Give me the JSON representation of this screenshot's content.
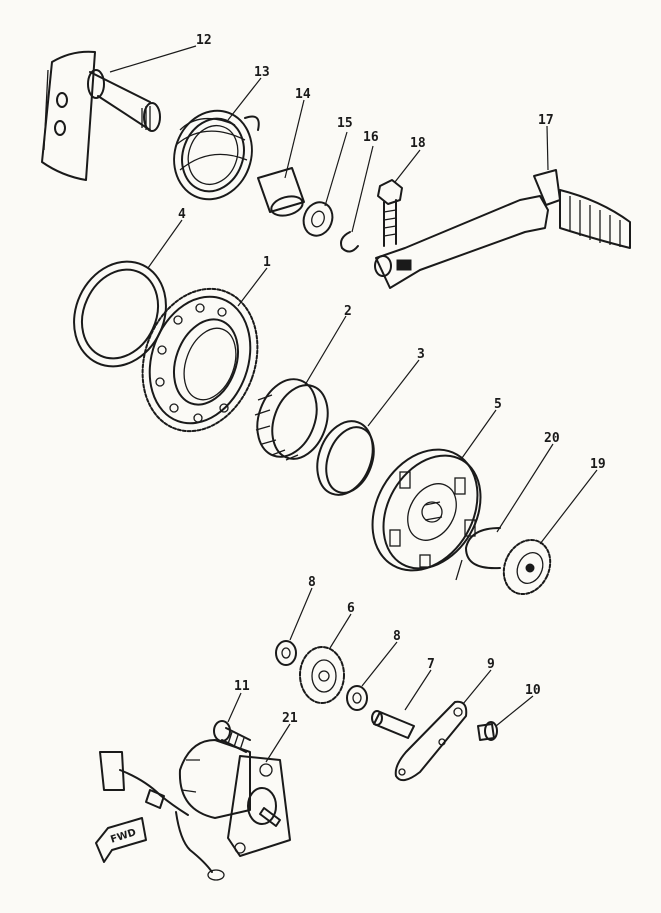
{
  "diagram": {
    "labels": {
      "p1": "1",
      "p2": "2",
      "p3": "3",
      "p4": "4",
      "p5": "5",
      "p6": "6",
      "p7": "7",
      "p8a": "8",
      "p8b": "8",
      "p9": "9",
      "p10": "10",
      "p11": "11",
      "p12": "12",
      "p13": "13",
      "p14": "14",
      "p15": "15",
      "p16": "16",
      "p17": "17",
      "p18": "18",
      "p19": "19",
      "p20": "20",
      "p21": "21"
    },
    "fwd_arrow": "FWD"
  }
}
